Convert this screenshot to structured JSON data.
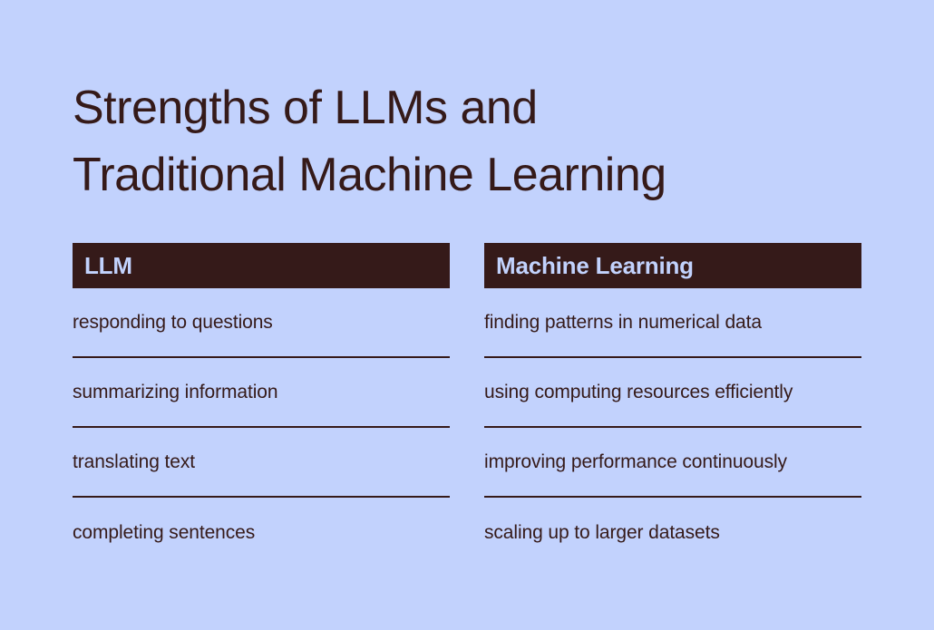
{
  "slide": {
    "background_color": "#c2d2fd",
    "ink_color": "#351a19",
    "title": "Strengths of LLMs and\nTraditional Machine Learning"
  },
  "columns": [
    {
      "header": "LLM",
      "items": [
        "responding to questions",
        "summarizing information",
        "translating text",
        "completing sentences"
      ]
    },
    {
      "header": "Machine Learning",
      "items": [
        "finding patterns in numerical data",
        "using computing resources efficiently",
        "improving performance continuously",
        "scaling up to larger datasets"
      ]
    }
  ]
}
